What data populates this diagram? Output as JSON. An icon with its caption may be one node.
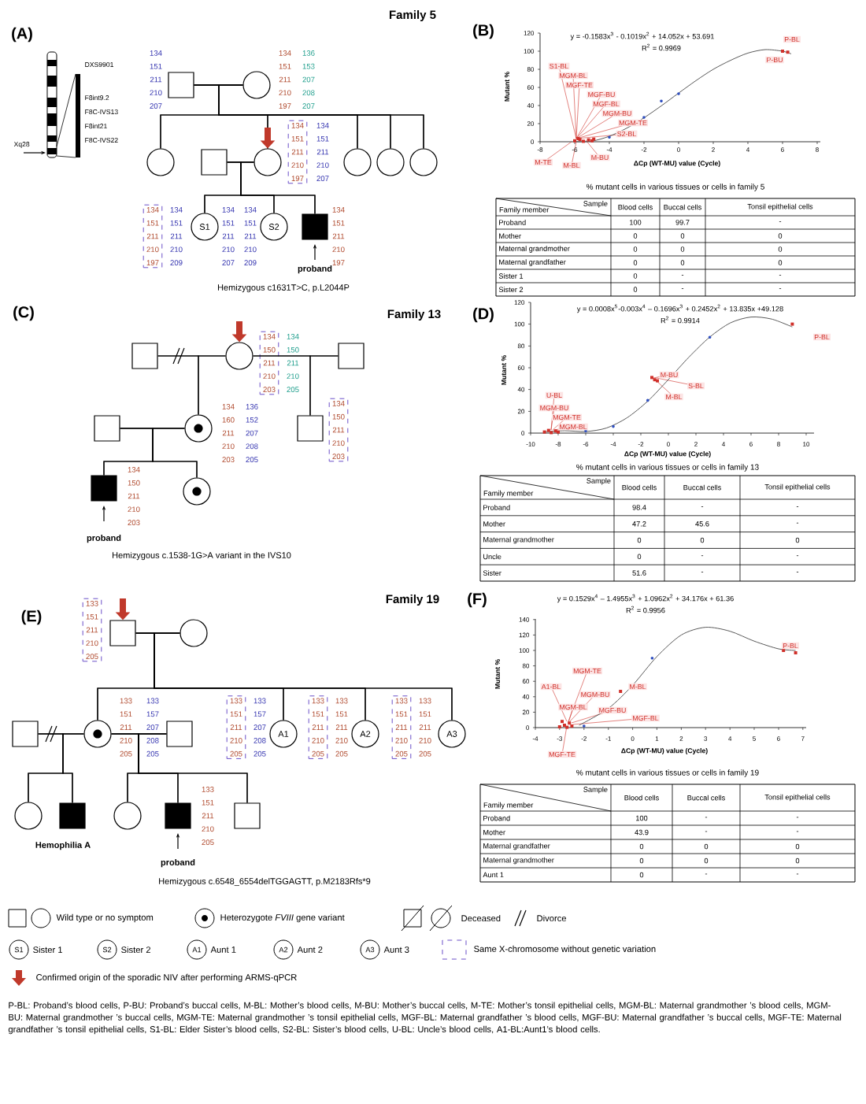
{
  "diagram": {
    "nodes": [
      {
        "text": [],
        "shape": "box"
      },
      {
        "text": [],
        "shape": "circle"
      },
      {
        "text": [],
        "shape": "circle"
      },
      {
        "text": [],
        "shape": "box"
      },
      {
        "text": [],
        "shape": "circle"
      },
      {
        "text": [],
        "shape": "circle"
      },
      {
        "text": [],
        "shape": "circle"
      },
      {
        "text": [],
        "shape": "circle"
      },
      {
        "text": [
          "S1"
        ]
      },
      {
        "text": [
          "S2"
        ]
      },
      {
        "text": [],
        "shape": "box",
        "beside": [
          "proband"
        ]
      },
      {
        "text": [],
        "shape": "box"
      },
      {
        "text": [],
        "shape": "circle"
      },
      {
        "text": [],
        "shape": "box"
      },
      {
        "text": [],
        "shape": "box"
      },
      {
        "text": [],
        "shape": "circle"
      },
      {
        "text": [],
        "shape": "box"
      },
      {
        "text": [],
        "shape": "box",
        "beside": [
          "proband"
        ]
      },
      {
        "text": [],
        "shape": "circle"
      },
      {
        "text": [],
        "shape": "box"
      },
      {
        "text": [],
        "shape": "circle"
      },
      {
        "text": [],
        "shape": "box"
      },
      {
        "text": [],
        "shape": "circle"
      },
      {
        "text": [],
        "shape": "box"
      },
      {
        "text": [
          "A1"
        ]
      },
      {
        "text": [
          "A2"
        ]
      },
      {
        "text": [
          "A3"
        ]
      },
      {
        "text": [],
        "shape": "circle"
      },
      {
        "text": [],
        "shape": "box",
        "beside": [
          "Hemophilia A"
        ]
      },
      {
        "text": [],
        "shape": "circle"
      },
      {
        "text": [],
        "shape": "box",
        "beside": [
          "proband"
        ]
      },
      {
        "text": [],
        "shape": "box"
      }
    ],
    "edges": [
      {
        "from": 0,
        "to": 1,
        "arrow": "none"
      },
      {
        "from": 0,
        "to": 2,
        "arrow": "none"
      },
      {
        "from": 0,
        "to": 4,
        "arrow": "none"
      },
      {
        "from": 0,
        "to": 5,
        "arrow": "none"
      },
      {
        "from": 0,
        "to": 6,
        "arrow": "none"
      },
      {
        "from": 0,
        "to": 7,
        "arrow": "none"
      },
      {
        "from": 1,
        "to": 2,
        "arrow": "none"
      },
      {
        "from": 1,
        "to": 4,
        "arrow": "none"
      },
      {
        "from": 1,
        "to": 5,
        "arrow": "none"
      },
      {
        "from": 1,
        "to": 6,
        "arrow": "none"
      },
      {
        "from": 1,
        "to": 7,
        "arrow": "none"
      },
      {
        "from": 3,
        "to": 4,
        "arrow": "none"
      },
      {
        "from": 3,
        "to": 8,
        "arrow": "none"
      },
      {
        "from": 3,
        "to": 9,
        "arrow": "none"
      },
      {
        "from": 3,
        "to": 10,
        "arrow": "none"
      },
      {
        "from": 4,
        "to": 8,
        "arrow": "none"
      },
      {
        "from": 4,
        "to": 9,
        "arrow": "none"
      },
      {
        "from": 4,
        "to": 10,
        "arrow": "none"
      },
      {
        "from": 11,
        "to": 12,
        "arrow": "none"
      },
      {
        "from": 12,
        "to": 13,
        "arrow": "none"
      },
      {
        "from": 11,
        "to": 15,
        "arrow": "none"
      },
      {
        "from": 12,
        "to": 15,
        "arrow": "none"
      },
      {
        "from": 12,
        "to": 16,
        "arrow": "none"
      },
      {
        "from": 13,
        "to": 16,
        "arrow": "none"
      },
      {
        "from": 14,
        "to": 15,
        "arrow": "none"
      },
      {
        "from": 14,
        "to": 17,
        "arrow": "none"
      },
      {
        "from": 14,
        "to": 18,
        "arrow": "none"
      },
      {
        "from": 15,
        "to": 17,
        "arrow": "none"
      },
      {
        "from": 15,
        "to": 18,
        "arrow": "none"
      },
      {
        "from": 19,
        "to": 20,
        "arrow": "none"
      },
      {
        "from": 19,
        "to": 22,
        "arrow": "none"
      },
      {
        "from": 19,
        "to": 24,
        "arrow": "none"
      },
      {
        "from": 19,
        "to": 25,
        "arrow": "none"
      },
      {
        "from": 19,
        "to": 26,
        "arrow": "none"
      },
      {
        "from": 20,
        "to": 22,
        "arrow": "none"
      },
      {
        "from": 20,
        "to": 24,
        "arrow": "none"
      },
      {
        "from": 20,
        "to": 25,
        "arrow": "none"
      },
      {
        "from": 20,
        "to": 26,
        "arrow": "none"
      },
      {
        "from": 21,
        "to": 22,
        "arrow": "none"
      },
      {
        "from": 21,
        "to": 27,
        "arrow": "none"
      },
      {
        "from": 21,
        "to": 28,
        "arrow": "none"
      },
      {
        "from": 22,
        "to": 27,
        "arrow": "none"
      },
      {
        "from": 22,
        "to": 28,
        "arrow": "none"
      },
      {
        "from": 22,
        "to": 23,
        "arrow": "none"
      },
      {
        "from": 22,
        "to": 29,
        "arrow": "none"
      },
      {
        "from": 22,
        "to": 30,
        "arrow": "none"
      },
      {
        "from": 22,
        "to": 31,
        "arrow": "none"
      },
      {
        "from": 23,
        "to": 29,
        "arrow": "none"
      },
      {
        "from": 23,
        "to": 30,
        "arrow": "none"
      },
      {
        "from": 23,
        "to": 31,
        "arrow": "none"
      },
      {
        "from": null,
        "to": 4,
        "arrow": "to",
        "style": "thick",
        "color": "#c0392b"
      },
      {
        "from": null,
        "to": 12,
        "arrow": "to",
        "style": "thick",
        "color": "#c0392b"
      },
      {
        "from": null,
        "to": 19,
        "arrow": "to",
        "style": "thick",
        "color": "#c0392b"
      }
    ],
    "labels": [
      "(A)",
      "Family 5",
      "DXS9901",
      "F8int9.2",
      "F8C-IVS13",
      "F8int21",
      "F8C-IVS22",
      "Xq28",
      "134 151 211 210 207",
      "134 151 211 210 197",
      "136 153 207 208 207",
      "134 151 211 210 197",
      "134 151 211 210 207",
      "134 151 211 210 197",
      "134 151 211 210 209",
      "134 151 211 210 207",
      "134 151 211 210 209",
      "134 151 211 210 197",
      "Hemizygous c1631T>C, p.L2044P",
      "(B)",
      "y = -0.1583x$^{3}$ - 0.1019x$^{2}$ + 14.052x + 53.691",
      "R$^{2}$ = 0.9969",
      "Mutant %",
      "0",
      "20",
      "40",
      "60",
      "80",
      "100",
      "120",
      "-8",
      "-6",
      "-4",
      "-2",
      "0",
      "2",
      "4",
      "6",
      "8",
      "ΔCp (WT-MU) value (Cycle)",
      "P-BL",
      "P-BU",
      "S1-BL",
      "MGM-BL",
      "MGF-TE",
      "MGF-BU",
      "MGF-BL",
      "MGM-BU",
      "MGM-TE",
      "S2-BL",
      "M-TE",
      "M-BL",
      "M-BU",
      "% mutant cells in various tissues or cells in family 5",
      "Sample",
      "Family member",
      "Blood cells",
      "Buccal cells",
      "Tonsil epithelial cells",
      "Proband",
      "100",
      "99.7",
      "-",
      "Mother",
      "0",
      "0",
      "0",
      "Maternal grandmother",
      "0",
      "0",
      "0",
      "Maternal grandfather",
      "0",
      "0",
      "0",
      "Sister 1",
      "0",
      "-",
      "-",
      "Sister 2",
      "0",
      "-",
      "-",
      "(C)",
      "Family 13",
      "134 150 211 210 203",
      "134 150 211 210 205",
      "134 160 211 210 203",
      "136 152 207 208 205",
      "134 150 211 210 203",
      "134 150 211 210 203",
      "Hemizygous c.1538-1G>A variant in the IVS10",
      "(D)",
      "y = 0.0008x$^{5}$-0.003x$^{4}$ – 0.1696x$^{3}$ + 0.2452x$^{2}$ + 13.835x +49.128",
      "R$^{2}$ = 0.9914",
      "Mutant %",
      "0",
      "20",
      "40",
      "60",
      "80",
      "100",
      "120",
      "-10",
      "-8",
      "-6",
      "-4",
      "-2",
      "0",
      "2",
      "4",
      "6",
      "8",
      "10",
      "ΔCp (WT-MU) value (Cycle)",
      "P-BL",
      "M-BU",
      "S-BL",
      "U-BL",
      "M-BL",
      "MGM-BU",
      "MGM-TE",
      "MGM-BL",
      "% mutant cells in various tissues or cells in family 13",
      "Sample",
      "Family member",
      "Blood cells",
      "Buccal cells",
      "Tonsil epithelial cells",
      "Proband",
      "98.4",
      "-",
      "-",
      "Mother",
      "47.2",
      "45.6",
      "-",
      "Maternal grandmother",
      "0",
      "0",
      "0",
      "Uncle",
      "0",
      "-",
      "-",
      "Sister",
      "51.6",
      "-",
      "-",
      "(E)",
      "Family 19",
      "133 151 211 210 205",
      "133 151 211 210 205",
      "133 157 207 208 205",
      "133 151 211 210 205",
      "133 157 207 208 205",
      "133 151 211 210 205",
      "133 151 211 210 205",
      "133 151 211 210 205",
      "133 151 211 210 205",
      "133 151 211 210 205",
      "Hemizygous c.6548_6554delTGGAGTT, p.M2183Rfs*9",
      "(F)",
      "y = 0.1529x$^{4}$ – 1.4955x$^{3}$ + 1.0962x$^{2}$ + 34.176x + 61.36",
      "R$^{2}$ = 0.9956",
      "Mutant %",
      "0",
      "20",
      "40",
      "60",
      "80",
      "100",
      "120",
      "140",
      "-4",
      "-3",
      "-2",
      "-1",
      "0",
      "1",
      "2",
      "3",
      "4",
      "5",
      "6",
      "7",
      "ΔCp (WT-MU) value (Cycle)",
      "P-BL",
      "MGM-TE",
      "A1-BL",
      "MGM-BU",
      "M-BL",
      "MGM-BL",
      "MGF-BU",
      "MGF-BL",
      "MGF-TE",
      "% mutant cells in various tissues or cells in family 19",
      "Sample",
      "Family member",
      "Blood cells",
      "Buccal cells",
      "Tonsil epithelial cells",
      "Proband",
      "100",
      "-",
      "-",
      "Mother",
      "43.9",
      "-",
      "-",
      "Maternal grandfather",
      "0",
      "0",
      "0",
      "Maternal grandmother",
      "0",
      "0",
      "0",
      "Aunt 1",
      "0",
      "-",
      "-",
      "S1",
      "S2",
      "A1",
      "A2",
      "A3"
    ],
    "legend": [
      {
        "text": "Wild type or no symptom"
      },
      {
        "text": "Heterozygote *FVIII* gene variant"
      },
      {
        "text": "Deceased"
      },
      {
        "text": "Divorce"
      },
      {
        "text": "Sister 1"
      },
      {
        "text": "Sister 2"
      },
      {
        "text": "Aunt 1"
      },
      {
        "text": "Aunt 2"
      },
      {
        "text": "Aunt 3"
      },
      {
        "text": "Same X-chromosome without genetic variation"
      },
      {
        "text": "Confirmed origin of the sporadic NIV after performing ARMS-qPCR"
      }
    ],
    "caption": "P-BL: Proband’s blood cells, P-BU: Proband’s buccal cells, M-BL: Mother’s blood cells, M-BU: Mother’s buccal cells, M-TE: Mother’s tonsil epithelial cells, MGM-BL: Maternal grandmother ’s blood cells, MGM-BU: Maternal grandmother ’s buccal cells, MGM-TE: Maternal grandmother ’s tonsil epithelial cells, MGF-BL: Maternal grandfather ’s blood cells, MGF-BU: Maternal grandfather ’s buccal cells, MGF-TE: Maternal grandfather ’s tonsil epithelial cells, S1-BL: Elder Sister’s blood cells, S2-BL: Sister’s blood cells, U-BL: Uncle’s blood cells, A1-BL:Aunt1’s blood cells."
  }
}
